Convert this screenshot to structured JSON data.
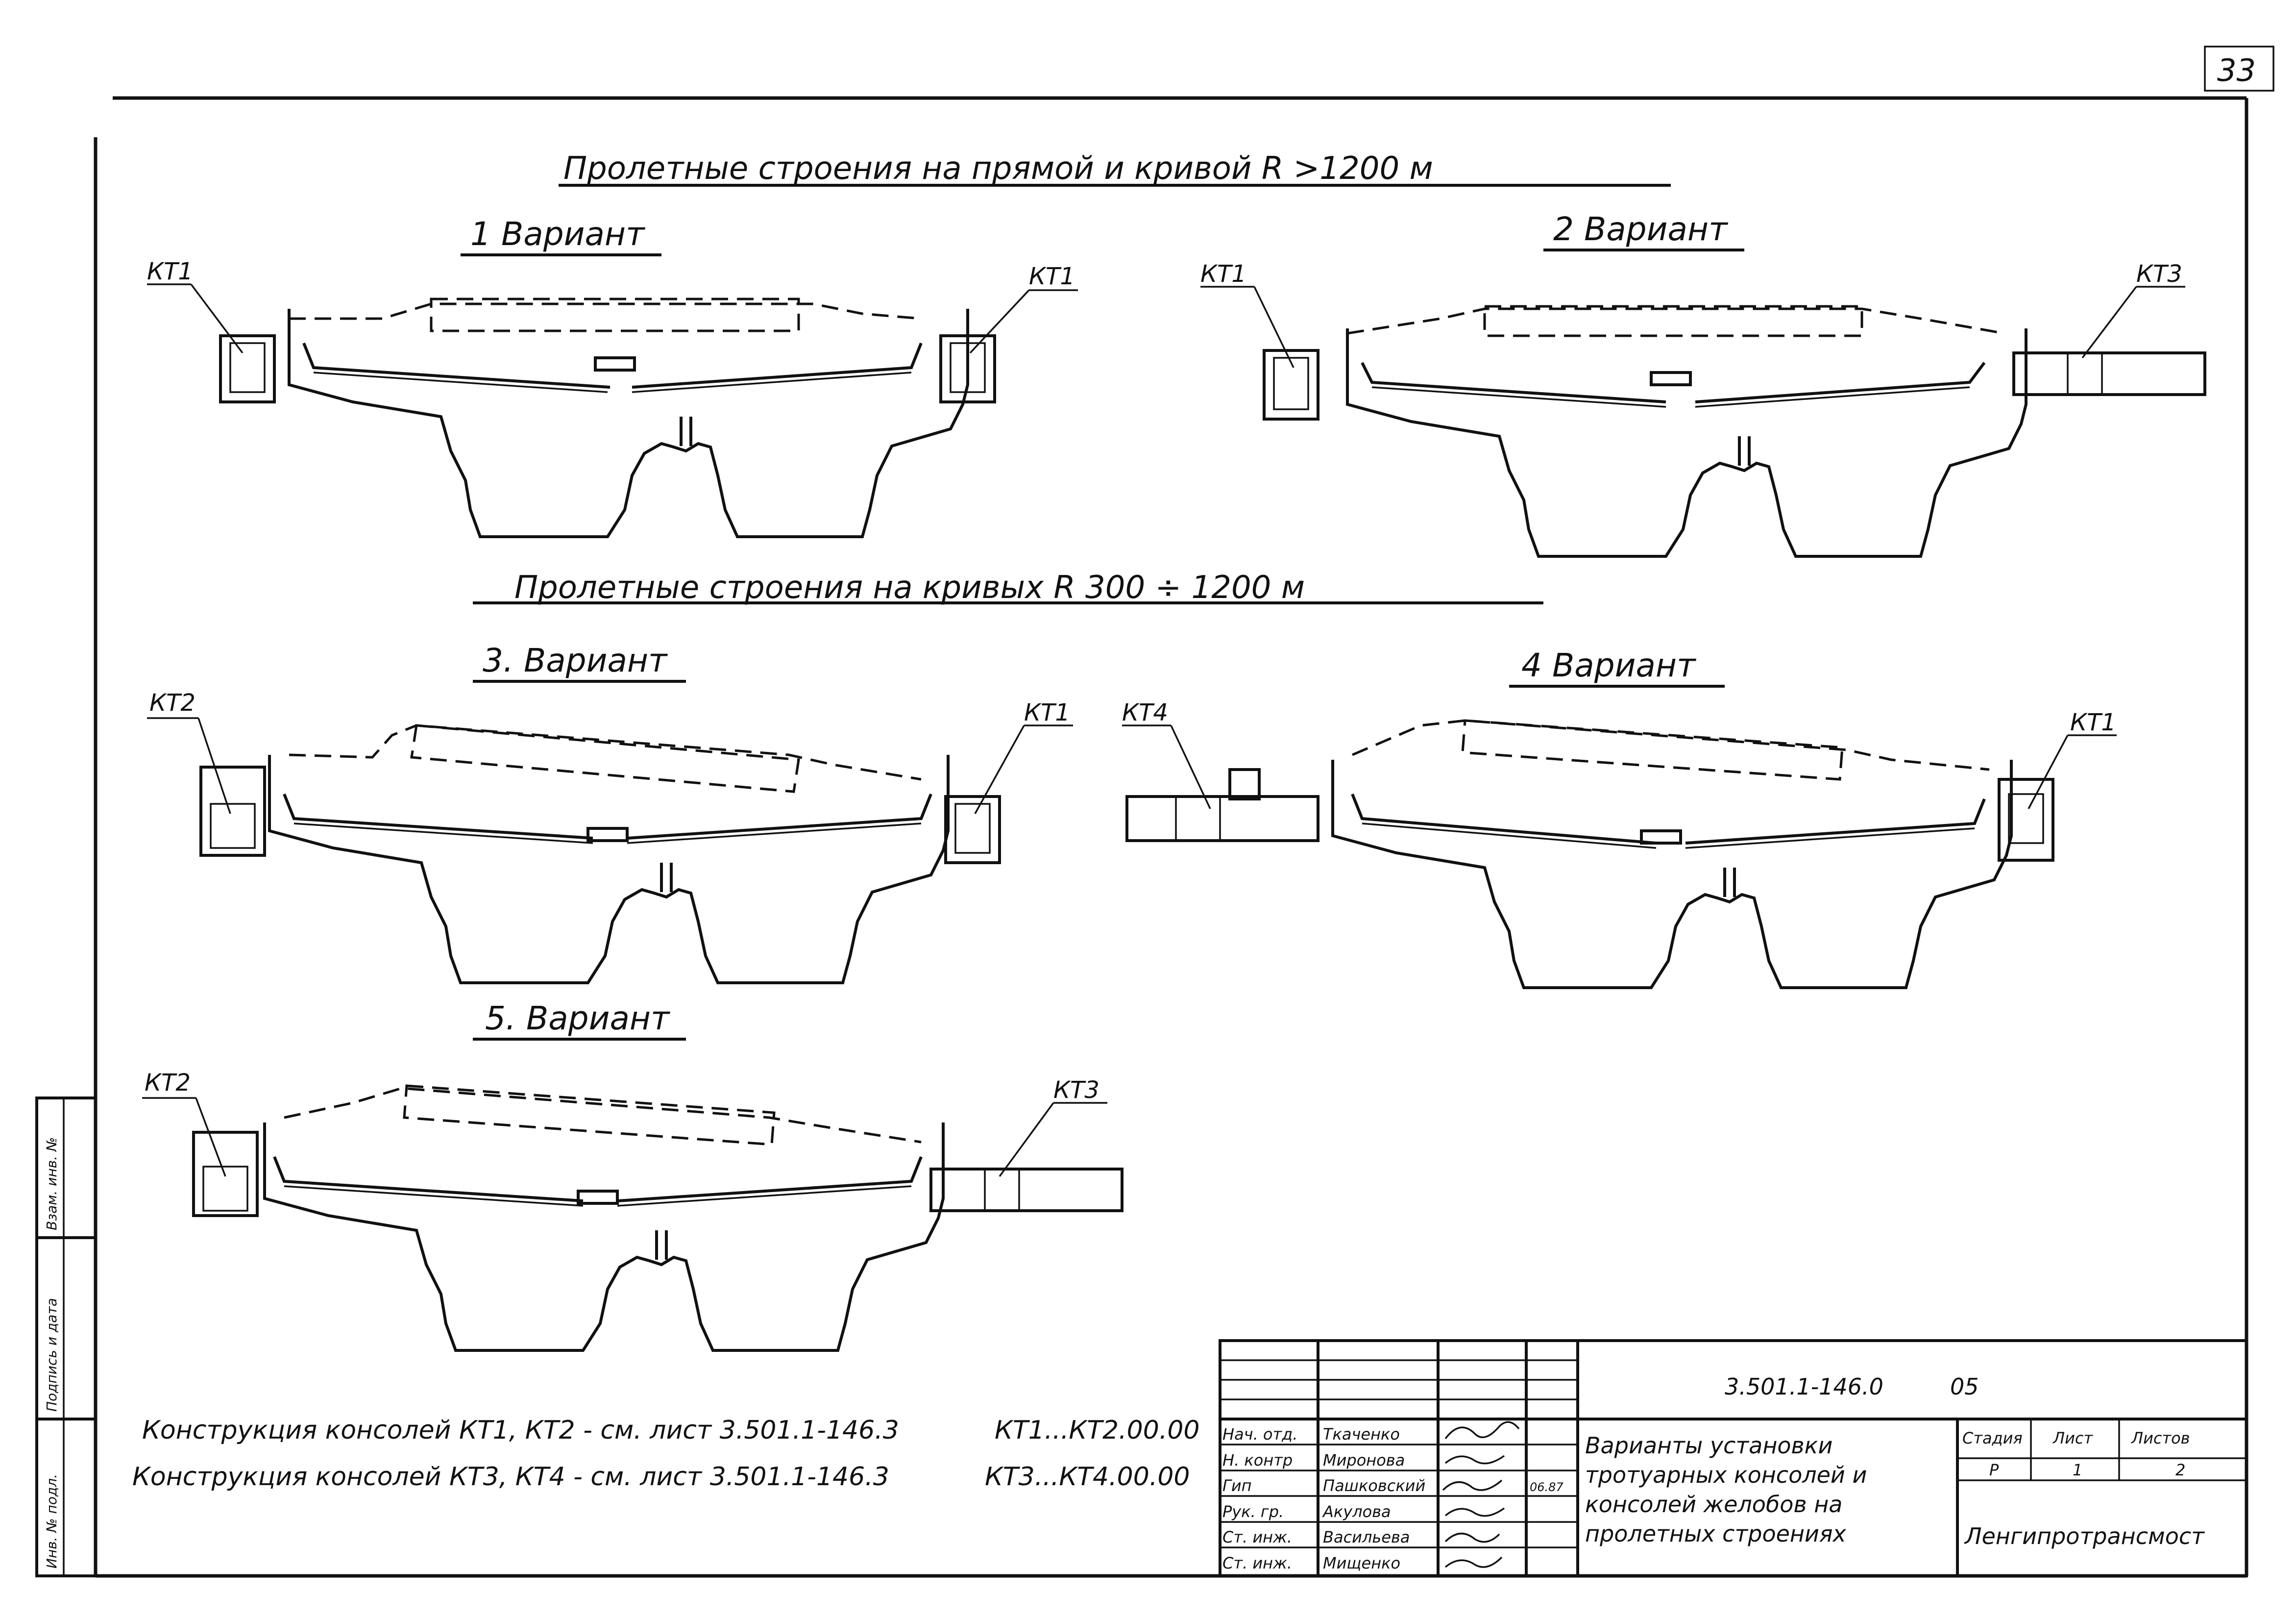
{
  "sheet_number": "33",
  "section_titles": {
    "straight": "Пролетные строения на прямой и кривой R >1200 м",
    "curves": "Пролетные строения на кривых R 300 ÷ 1200 м"
  },
  "variants": [
    {
      "title": "1 Вариант",
      "left_console": "КТ1",
      "right_console": "КТ1"
    },
    {
      "title": "2 Вариант",
      "left_console": "КТ1",
      "right_console": "КТ3"
    },
    {
      "title": "3. Вариант",
      "left_console": "КТ2",
      "right_console": "КТ1"
    },
    {
      "title": "4 Вариант",
      "left_console": "КТ4",
      "right_console": "КТ1"
    },
    {
      "title": "5. Вариант",
      "left_console": "КТ2",
      "right_console": "КТ3"
    }
  ],
  "notes": [
    {
      "text": "Конструкция консолей КТ1, КТ2 - см. лист 3.501.1-146.3",
      "code": "КТ1...КТ2.00.00"
    },
    {
      "text": "Конструкция консолей КТ3, КТ4 - см. лист 3.501.1-146.3",
      "code": "КТ3...КТ4.00.00"
    }
  ],
  "side_stamp": [
    "Инв. № подл.",
    "Подпись и дата",
    "Взам. инв. №"
  ],
  "title_block": {
    "document_code": "3.501.1-146.0",
    "document_suffix": "05",
    "signatures": [
      {
        "role": "Нач. отд.",
        "name": "Ткаченко",
        "date": ""
      },
      {
        "role": "Н. контр",
        "name": "Миронова",
        "date": ""
      },
      {
        "role": "Гип",
        "name": "Пашковский",
        "date": "06.87"
      },
      {
        "role": "Рук. гр.",
        "name": "Акулова",
        "date": ""
      },
      {
        "role": "Ст. инж.",
        "name": "Васильева",
        "date": ""
      },
      {
        "role": "Ст. инж.",
        "name": "Мищенко",
        "date": ""
      }
    ],
    "description": [
      "Варианты установки",
      "тротуарных консолей и",
      "консолей желобов на",
      "пролетных строениях"
    ],
    "stage_header": "Стадия",
    "sheet_header": "Лист",
    "sheets_header": "Листов",
    "stage": "Р",
    "sheet": "1",
    "sheets": "2",
    "organization": "Ленгипротрансмост"
  }
}
